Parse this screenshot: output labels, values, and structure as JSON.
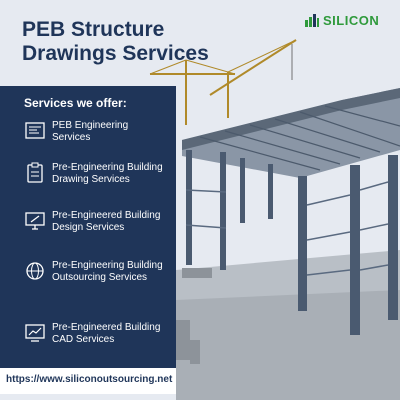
{
  "header": {
    "title": "PEB Structure Drawings Services"
  },
  "logo": {
    "name": "SILICON",
    "icon": "silicon-logo-icon"
  },
  "services": {
    "heading": "Services we offer:",
    "items": [
      {
        "label": "PEB Engineering Services",
        "icon": "blueprint-icon"
      },
      {
        "label": "Pre-Engineering Building Drawing Services",
        "icon": "clipboard-icon"
      },
      {
        "label": "Pre-Engineered Building Design Services",
        "icon": "monitor-pen-icon"
      },
      {
        "label": "Pre-Engineering Building Outsourcing Services",
        "icon": "globe-icon"
      },
      {
        "label": "Pre-Engineered Building CAD Services",
        "icon": "chart-screen-icon"
      }
    ]
  },
  "footer": {
    "url": "https://www.siliconoutsourcing.net"
  },
  "colors": {
    "navy": "#1f3559",
    "brand_green": "#2f9a3c",
    "white": "#ffffff"
  }
}
